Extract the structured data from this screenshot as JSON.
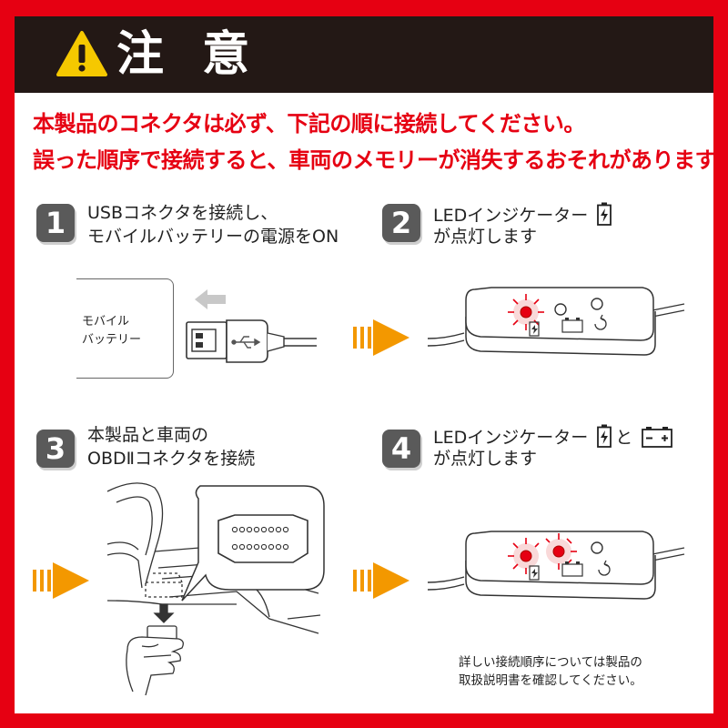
{
  "header": {
    "title": "注 意"
  },
  "notice": {
    "line1": "本製品のコネクタは必ず、下記の順に接続してください。",
    "line2": "誤った順序で接続すると、車両のメモリーが消失するおそれがあります。"
  },
  "steps": [
    {
      "num": "1",
      "line1": "USBコネクタを接続し、",
      "line2": "モバイルバッテリーの電源をON"
    },
    {
      "num": "2",
      "line1a": "LEDインジケーター",
      "line2": "が点灯します"
    },
    {
      "num": "3",
      "line1": "本製品と車両の",
      "line2": "OBDⅡコネクタを接続"
    },
    {
      "num": "4",
      "line1a": "LEDインジケーター",
      "line1b": "と",
      "line2": "が点灯します"
    }
  ],
  "mobile_battery": {
    "line1": "モバイル",
    "line2": "バッテリー"
  },
  "note": {
    "line1": "詳しい接続順序については製品の",
    "line2": "取扱説明書を確認してください。"
  },
  "colors": {
    "frame": "#e60012",
    "header_bg": "#231815",
    "warning": "#f5c800",
    "arrow": "#f39800",
    "led": "#e60012"
  },
  "icons": [
    "warning-icon",
    "battery-charge-icon",
    "car-battery-icon",
    "refresh-icon",
    "usb-icon"
  ]
}
